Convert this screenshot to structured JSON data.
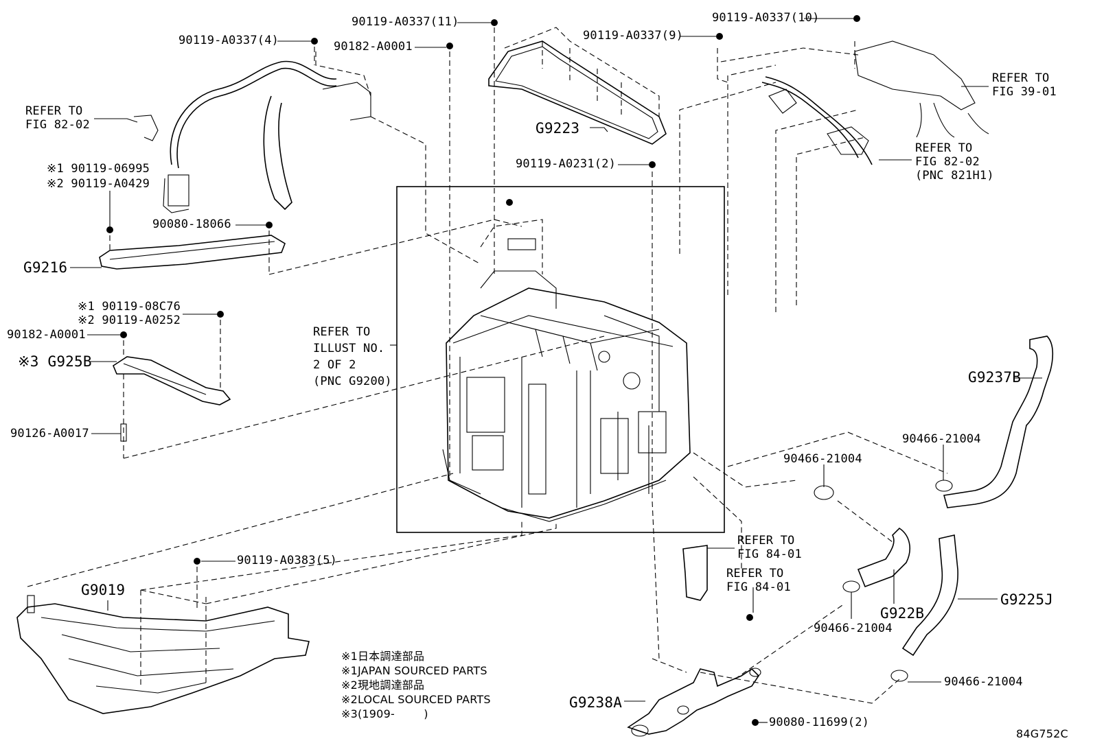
{
  "labels": {
    "p_0337_11": "90119-A0337(11)",
    "p_0337_10": "90119-A0337(10)",
    "p_0337_9": "90119-A0337(9)",
    "p_0337_4": "90119-A0337(4)",
    "p_a0001_top": "90182-A0001",
    "g9223": "G9223",
    "refer_39_01": "REFER TO\nFIG 39-01",
    "refer_82_02_left": "REFER TO\nFIG 82-02",
    "refer_82_02_right": "REFER TO\nFIG 82-02\n(PNC 821H1)",
    "p_06995": "※1 90119-06995",
    "p_a0429": "※2 90119-A0429",
    "p_18066": "90080-18066",
    "g9216": "G9216",
    "p_a0231": "90119-A0231(2)",
    "p_08c76": "※1 90119-08C76",
    "p_a0252": "※2 90119-A0252",
    "p_a0001_mid": "90182-A0001",
    "g925b": "※3 G925B",
    "refer_illust": "REFER TO\nILLUST NO.\n2 OF 2\n(PNC G9200)",
    "p_a0017": "90126-A0017",
    "g9237b": "G9237B",
    "p_21004_a": "90466-21004",
    "p_21004_b": "90466-21004",
    "refer_84_01_a": "REFER TO\nFIG 84-01",
    "refer_84_01_b": "REFER TO\nFIG 84-01",
    "p_a0383": "90119-A0383(5)",
    "g9019": "G9019",
    "g922b": "G922B",
    "g9225j": "G9225J",
    "p_21004_c": "90466-21004",
    "p_21004_d": "90466-21004",
    "note_1": "※1日本調達部品",
    "note_2": "※1JAPAN SOURCED PARTS",
    "note_3": "※2現地調達部品",
    "note_4": "※2LOCAL SOURCED PARTS",
    "note_5": "※3(1909-        )",
    "g9238a": "G9238A",
    "p_11699": "90080-11699(2)",
    "diagram_code": "84G752C"
  }
}
